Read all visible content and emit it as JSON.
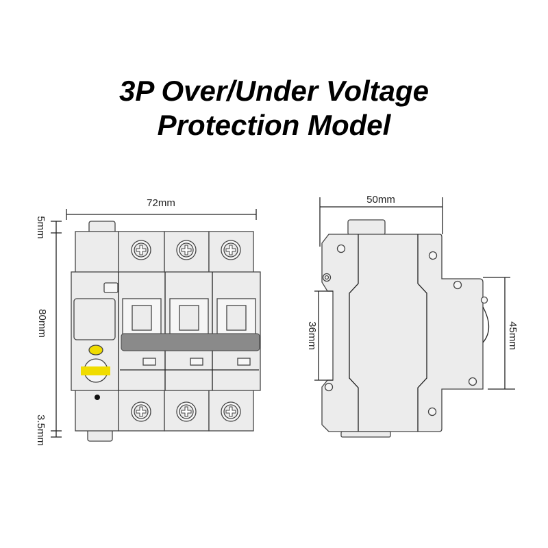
{
  "title": {
    "line1": "3P Over/Under Voltage",
    "line2": "Protection Model"
  },
  "front_view": {
    "width_label": "72mm",
    "top_offset_label": "5mm",
    "height_label": "80mm",
    "bottom_offset_label": "3.5mm",
    "colors": {
      "body": "#ececec",
      "handle_bar": "#8a8a8a",
      "indicator": "#f0dc00"
    }
  },
  "side_view": {
    "depth_label": "50mm",
    "din_rail_label": "36mm",
    "front_height_label": "45mm"
  }
}
